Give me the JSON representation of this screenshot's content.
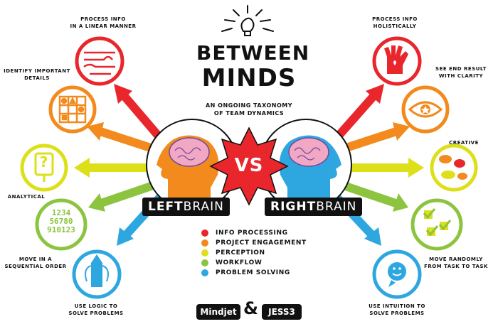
{
  "title": {
    "line1": "BETWEEN",
    "line2": "MINDS"
  },
  "subtitle": {
    "line1": "AN ONGOING TAXONOMY",
    "line2": "OF TEAM DYNAMICS"
  },
  "versus": "VS",
  "left_brain": {
    "bold": "LEFT",
    "light": "BRAIN"
  },
  "right_brain": {
    "bold": "RIGHT",
    "light": "BRAIN"
  },
  "left_notes": [
    "PROCESS INFO\nIN A LINEAR MANNER",
    "IDENTIFY IMPORTANT\nDETAILS",
    "ANALYTICAL",
    "MOVE IN A\nSEQUENTIAL ORDER",
    "USE LOGIC TO\nSOLVE PROBLEMS"
  ],
  "right_notes": [
    "PROCESS INFO\nHOLISTICALLY",
    "SEE END RESULT\nWITH CLARITY",
    "CREATIVE",
    "MOVE RANDOMLY\nFROM TASK TO TASK",
    "USE INTUITION TO\nSOLVE PROBLEMS"
  ],
  "numbers_icon": {
    "row1": "1234",
    "row2": "56780",
    "row3": "910123"
  },
  "question_mark": "?",
  "legend": [
    {
      "label": "INFO PROCESSING",
      "color": "#e8262b"
    },
    {
      "label": "PROJECT ENGAGEMENT",
      "color": "#f28a1d"
    },
    {
      "label": "PERCEPTION",
      "color": "#dde019"
    },
    {
      "label": "WORKFLOW",
      "color": "#8cc43f"
    },
    {
      "label": "PROBLEM SOLVING",
      "color": "#2ea7e0"
    }
  ],
  "logos": {
    "left": "Mindjet",
    "ampersand": "&",
    "right": "JESS3"
  },
  "colors": {
    "red": "#e8262b",
    "orange": "#f28a1d",
    "yellow": "#dde019",
    "green": "#8cc43f",
    "blue": "#2ea7e0",
    "head_left": "#f28a1d",
    "head_right": "#2ea7e0",
    "brain": "#f2a7c3",
    "ink": "#111111"
  }
}
